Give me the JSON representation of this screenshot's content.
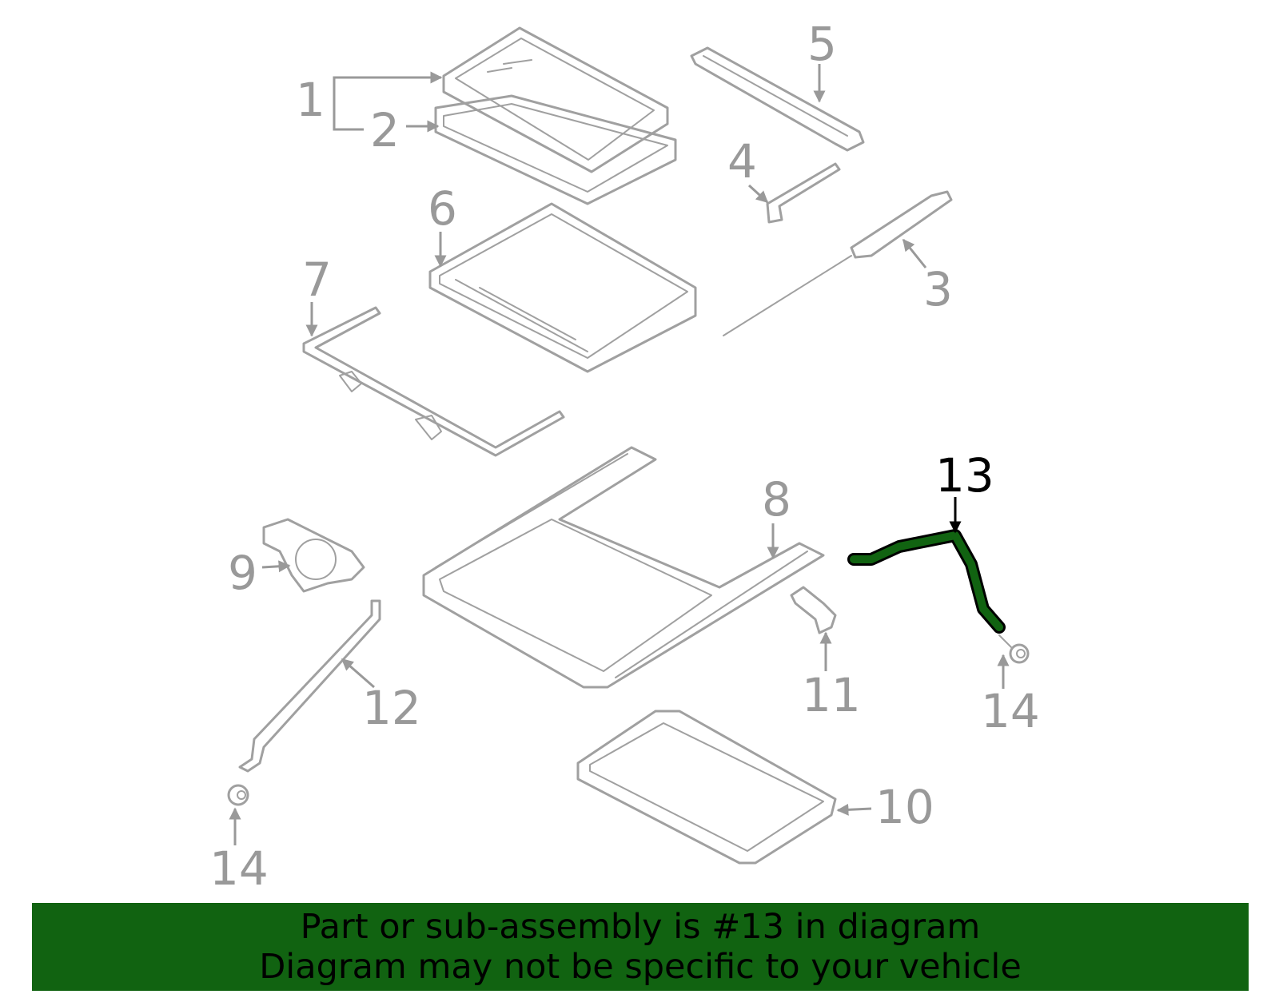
{
  "highlight_color": "#116311",
  "parts_color": "#a0a0a0",
  "callouts": {
    "c1": "1",
    "c2": "2",
    "c3": "3",
    "c4": "4",
    "c5": "5",
    "c6": "6",
    "c7": "7",
    "c8": "8",
    "c9": "9",
    "c10": "10",
    "c11": "11",
    "c12": "12",
    "c13": "13",
    "c14a": "14",
    "c14b": "14"
  },
  "banner": {
    "line1": "Part or sub-assembly is #13 in diagram",
    "line2": "Diagram may not be specific to your vehicle"
  }
}
